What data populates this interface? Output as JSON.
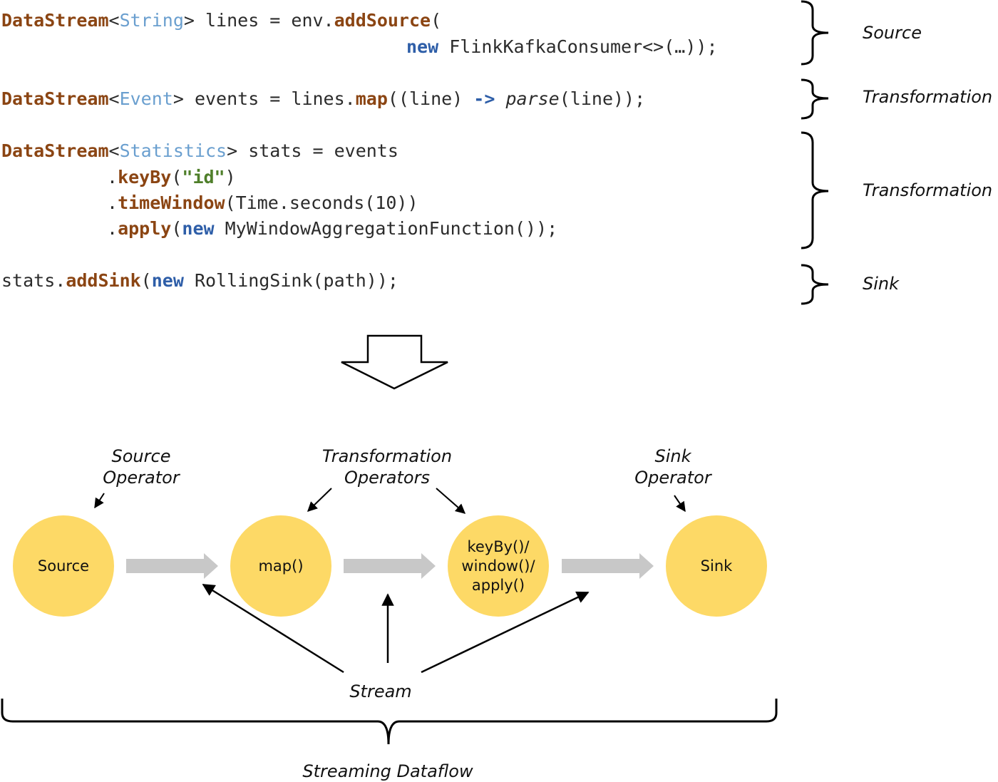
{
  "code": {
    "line1": {
      "t1": "DataStream",
      "t2": "<",
      "t3": "String",
      "t4": "> lines = env.",
      "t5": "addSource",
      "t6": "("
    },
    "line2": {
      "t1": "new",
      "t2": " FlinkKafkaConsumer<>(…));"
    },
    "line3": {
      "t1": "DataStream",
      "t2": "<",
      "t3": "Event",
      "t4": "> events = lines.",
      "t5": "map",
      "t6": "((line) ",
      "t7": "->",
      "t8": " ",
      "t9": "parse",
      "t10": "(line));"
    },
    "line4": {
      "t1": "DataStream",
      "t2": "<",
      "t3": "Statistics",
      "t4": "> stats = events"
    },
    "line5": {
      "t1": ".",
      "t2": "keyBy",
      "t3": "(",
      "t4": "\"id\"",
      "t5": ")"
    },
    "line6": {
      "t1": ".",
      "t2": "timeWindow",
      "t3": "(Time.seconds(10))"
    },
    "line7": {
      "t1": ".",
      "t2": "apply",
      "t3": "(",
      "t4": "new",
      "t5": " MyWindowAggregationFunction());"
    },
    "line8": {
      "t1": "stats.",
      "t2": "addSink",
      "t3": "(",
      "t4": "new",
      "t5": " RollingSink(path));"
    }
  },
  "brace_labels": {
    "source": "Source",
    "transformation1": "Transformation",
    "transformation2": "Transformation",
    "sink": "Sink"
  },
  "diagram": {
    "source_operator_label": [
      "Source",
      "Operator"
    ],
    "transformation_operators_label": [
      "Transformation",
      "Operators"
    ],
    "sink_operator_label": [
      "Sink",
      "Operator"
    ],
    "nodes": {
      "source": "Source",
      "map": "map()",
      "window": [
        "keyBy()/",
        "window()/",
        "apply()"
      ],
      "sink": "Sink"
    },
    "stream_label": "Stream",
    "dataflow_label": "Streaming Dataflow"
  },
  "colors": {
    "node_fill": "#fdd966",
    "flow_arrow": "#c8c8c8",
    "keyword_brown": "#8b4513",
    "generic_blue": "#6a9fcf",
    "keyword_blue": "#2e5ea8",
    "string_green": "#4f7f2a"
  }
}
